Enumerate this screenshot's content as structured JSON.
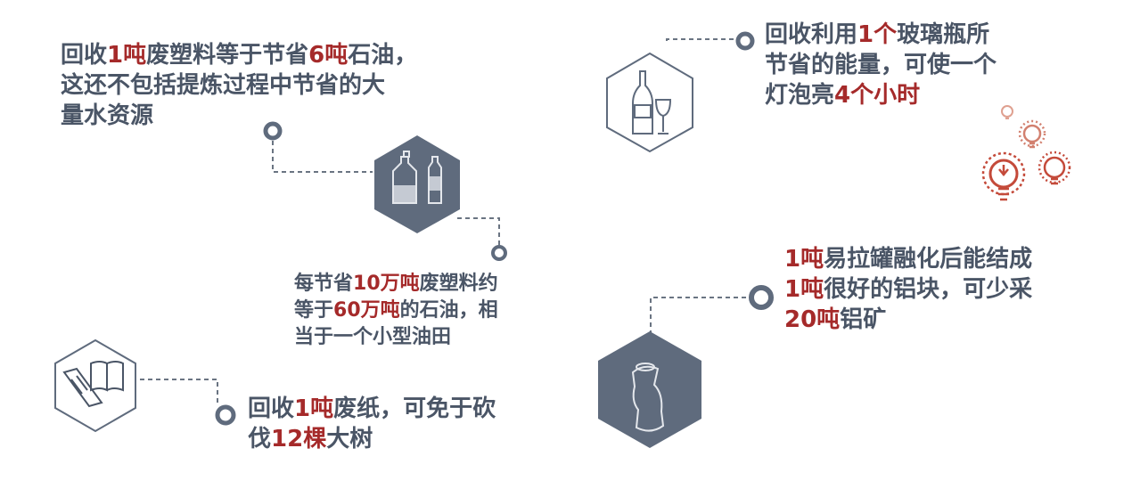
{
  "colors": {
    "text": "#4a5566",
    "highlight": "#a52a2a",
    "hex_fill": "#5f6b7d",
    "hex_outline": "#5f6b7d",
    "bulb": "#c44a3a",
    "connector": "#6a7482"
  },
  "facts": [
    {
      "id": "plastic-oil",
      "lines": [
        [
          {
            "t": "回收",
            "hl": false
          },
          {
            "t": "1吨",
            "hl": true
          },
          {
            "t": "废塑料等于节省",
            "hl": false
          },
          {
            "t": "6吨",
            "hl": true
          },
          {
            "t": "石油，",
            "hl": false
          }
        ],
        [
          {
            "t": "这还不包括提炼过程中节省的大",
            "hl": false
          }
        ],
        [
          {
            "t": "量水资源",
            "hl": false
          }
        ]
      ]
    },
    {
      "id": "glass-bottle",
      "lines": [
        [
          {
            "t": "回收利用",
            "hl": false
          },
          {
            "t": "1个",
            "hl": true
          },
          {
            "t": "玻璃瓶所",
            "hl": false
          }
        ],
        [
          {
            "t": "节省的能量，可使一个",
            "hl": false
          }
        ],
        [
          {
            "t": "灯泡亮",
            "hl": false
          },
          {
            "t": "4个小时",
            "hl": true
          }
        ]
      ]
    },
    {
      "id": "plastic-oilfield",
      "lines": [
        [
          {
            "t": "每节省",
            "hl": false
          },
          {
            "t": "10万吨",
            "hl": true
          },
          {
            "t": "废塑料约",
            "hl": false
          }
        ],
        [
          {
            "t": "等于",
            "hl": false
          },
          {
            "t": "60万吨",
            "hl": true
          },
          {
            "t": "的石油，相",
            "hl": false
          }
        ],
        [
          {
            "t": "当于一个小型油田",
            "hl": false
          }
        ]
      ]
    },
    {
      "id": "aluminum-can",
      "lines": [
        [
          {
            "t": "1吨",
            "hl": true
          },
          {
            "t": "易拉罐融化后能结成",
            "hl": false
          }
        ],
        [
          {
            "t": "1吨",
            "hl": true
          },
          {
            "t": "很好的铝块，可少采",
            "hl": false
          }
        ],
        [
          {
            "t": "20吨",
            "hl": true
          },
          {
            "t": "铝矿",
            "hl": false
          }
        ]
      ]
    },
    {
      "id": "paper-trees",
      "lines": [
        [
          {
            "t": "回收",
            "hl": false
          },
          {
            "t": "1吨",
            "hl": true
          },
          {
            "t": "废纸，可免于砍",
            "hl": false
          }
        ],
        [
          {
            "t": "伐",
            "hl": false
          },
          {
            "t": "12棵",
            "hl": true
          },
          {
            "t": "大树",
            "hl": false
          }
        ]
      ]
    }
  ],
  "icons": {
    "plastic": "plastic-bottles-icon",
    "glass": "wine-bottle-glass-icon",
    "can": "crushed-can-icon",
    "paper": "newspaper-book-icon",
    "bulbs": "lightbulb-icon"
  }
}
